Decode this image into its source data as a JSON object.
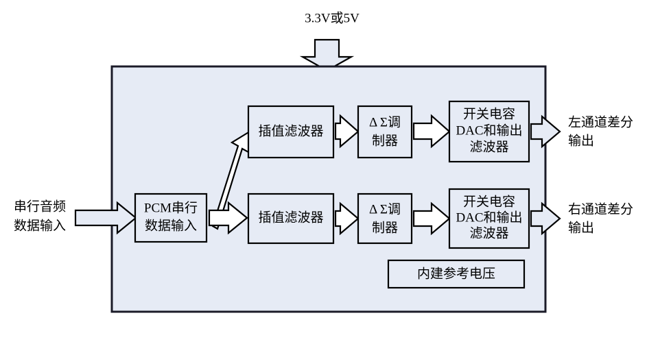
{
  "diagram": {
    "title_text": "3.3V或5V",
    "chip": {
      "name": "audio-dac-chip"
    },
    "inputs": {
      "serial_audio_line1": "串行音频",
      "serial_audio_line2": "数据输入"
    },
    "outputs": {
      "left_line1": "左通道差分",
      "left_line2": "输出",
      "right_line1": "右通道差分",
      "right_line2": "输出"
    },
    "blocks": {
      "pcm_line1": "PCM串行",
      "pcm_line2": "数据输入",
      "interp_left": "插值滤波器",
      "interp_right": "插值滤波器",
      "modulator_left_line1": "Δ Σ调",
      "modulator_left_line2": "制器",
      "modulator_right_line1": "Δ Σ调",
      "modulator_right_line2": "制器",
      "dac_left_line1": "开关电容",
      "dac_left_line2": "DAC和输出",
      "dac_left_line3": "滤波器",
      "dac_right_line1": "开关电容",
      "dac_right_line2": "DAC和输出",
      "dac_right_line3": "滤波器",
      "vref": "内建参考电压"
    },
    "colors": {
      "block_fill": "#e6ebf5",
      "chip_fill": "#e6ebf5",
      "stroke": "#000000",
      "arrow_fill": "#ffffff",
      "background": "#ffffff"
    }
  }
}
